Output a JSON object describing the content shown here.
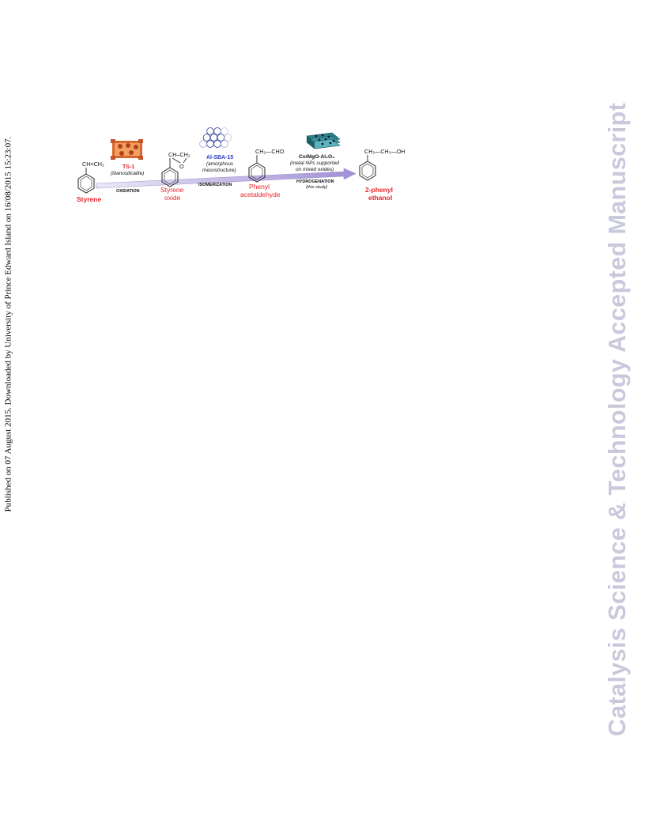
{
  "margin_note": "Published on 07 August 2015. Downloaded by University of Prince Edward Island on 16/08/2015 15:23:07.",
  "watermark": "Catalysis Science & Technology Accepted Manuscript",
  "scheme": {
    "compounds": [
      {
        "name": "Styrene",
        "formula": "CH=CH₂"
      },
      {
        "name_line1": "Styrene",
        "name_line2": "oxide",
        "formula": "CH–CH₂",
        "oxygen": "O"
      },
      {
        "name_line1": "Phenyl",
        "name_line2": "acetaldehyde",
        "formula": "CH₂—CHO"
      },
      {
        "name_line1": "2-phenyl",
        "name_line2": "ethanol",
        "formula": "CH₂—CH₂—OH"
      }
    ],
    "catalysts": [
      {
        "name": "TS-1",
        "desc": "(titanosilicalite)",
        "step": "OXIDATION",
        "color": "#e8232a"
      },
      {
        "name": "Al-SBA-15",
        "desc_line1": "(amorphous",
        "desc_line2": "mesostructure)",
        "step": "ISOMERIZATION",
        "color": "#2b3bc4"
      },
      {
        "name": "Co/MgO-Al₂O₃",
        "desc_line1": "(metal NPs supported",
        "desc_line2": "on mixed oxides)",
        "note": "(this study)",
        "step": "HYDROGENATION",
        "color": "#111111"
      }
    ],
    "arrow_color": "#a99ad8"
  }
}
